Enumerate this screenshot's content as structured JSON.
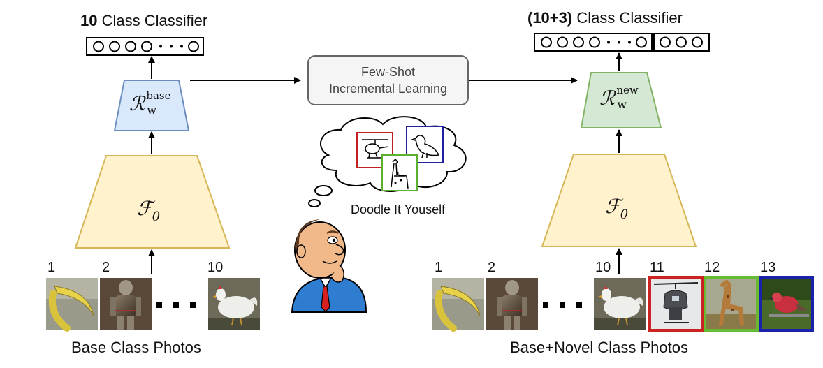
{
  "left": {
    "classifier_count": "10",
    "classifier_suffix": " Class Classifier",
    "head_symbol": "ℛ",
    "head_sub": "w",
    "head_sup": "base",
    "backbone_symbol": "ℱ",
    "backbone_sub": "θ",
    "image_labels": [
      "1",
      "2",
      "10"
    ],
    "caption": "Base Class Photos"
  },
  "center": {
    "process_line1": "Few-Shot",
    "process_line2": "Incremental Learning",
    "thought_caption": "Doodle It Youself"
  },
  "right": {
    "classifier_count": "(10+3)",
    "classifier_suffix": " Class Classifier",
    "head_symbol": "ℛ",
    "head_sub": "w",
    "head_sup": "new",
    "backbone_symbol": "ℱ",
    "backbone_sub": "θ",
    "image_labels": [
      "1",
      "2",
      "10",
      "11",
      "12",
      "13"
    ],
    "caption": "Base+Novel Class Photos"
  },
  "colors": {
    "head_base_fill": "#dae8fc",
    "head_base_stroke": "#6c8ebf",
    "head_new_fill": "#d5e8d4",
    "head_new_stroke": "#82b366",
    "backbone_fill": "#fff2cc",
    "backbone_stroke": "#d6b656",
    "process_fill": "#f5f5f5",
    "process_stroke": "#666666",
    "novel_11": "#cc2222",
    "novel_12": "#66bb33",
    "novel_13": "#1a22aa"
  },
  "icons": [
    "banana-photo",
    "armor-photo",
    "hen-photo",
    "helicopter-photo",
    "giraffe-photo",
    "bird-photo",
    "thinking-man-icon",
    "thought-cloud-icon"
  ]
}
